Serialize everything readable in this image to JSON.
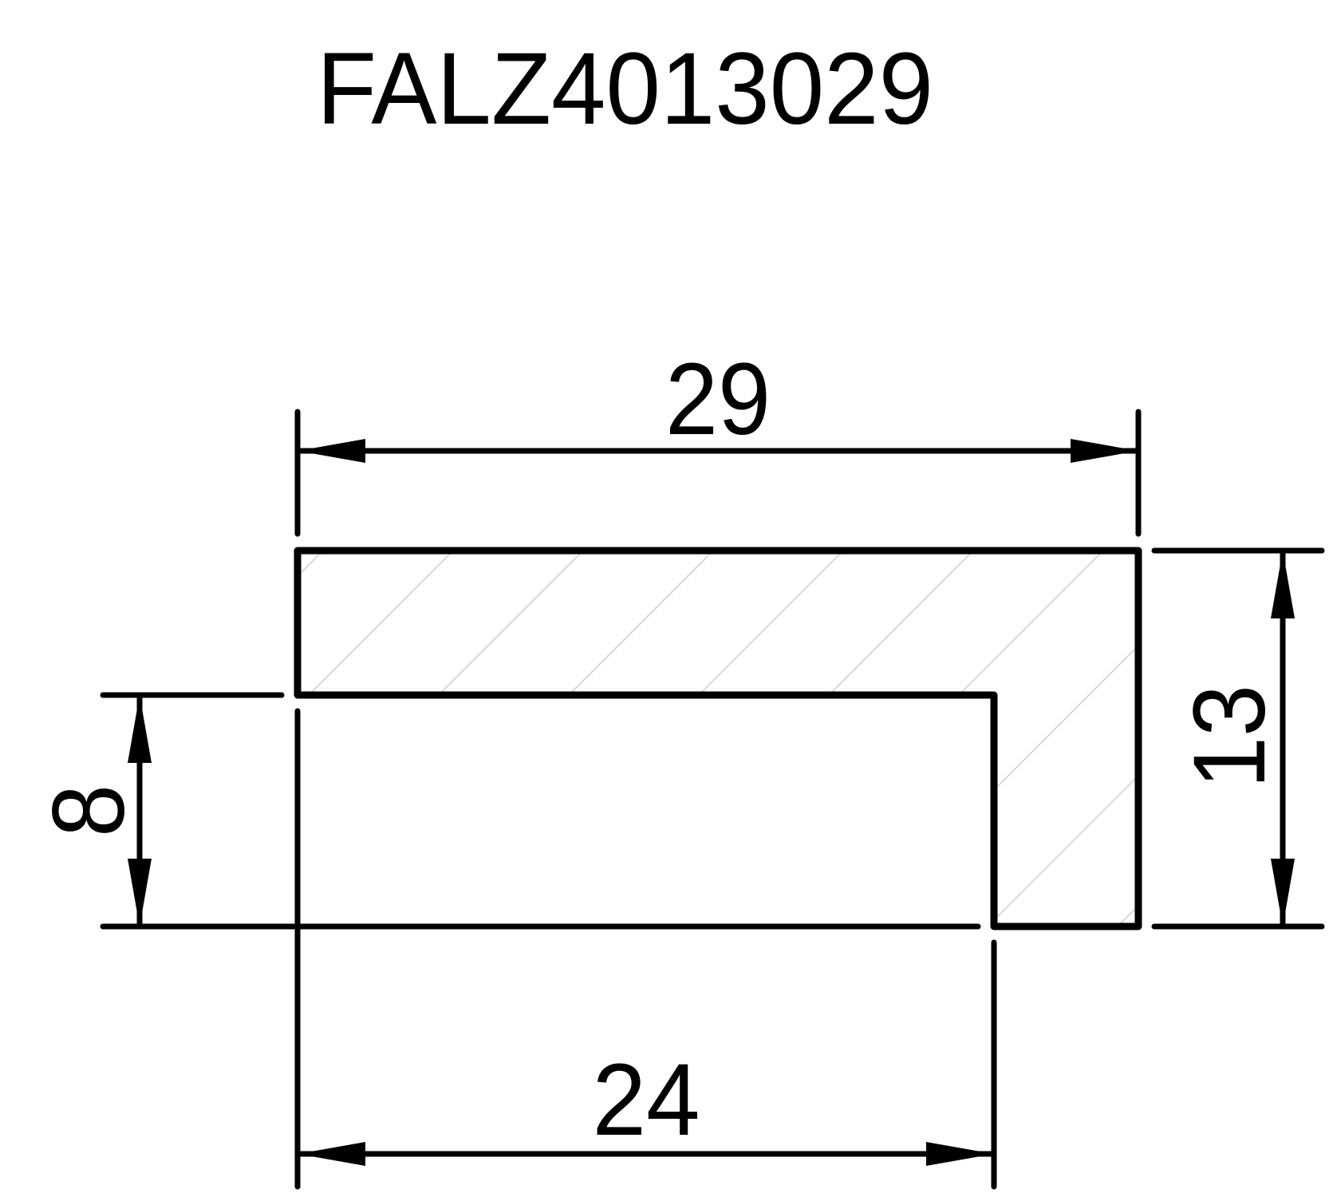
{
  "title": "FALZ4013029",
  "dimensions": {
    "top_width": "29",
    "right_height": "13",
    "left_height": "8",
    "bottom_width": "24"
  },
  "colors": {
    "line": "#000000",
    "hatch": "#d7d7d7",
    "background": "#ffffff"
  }
}
